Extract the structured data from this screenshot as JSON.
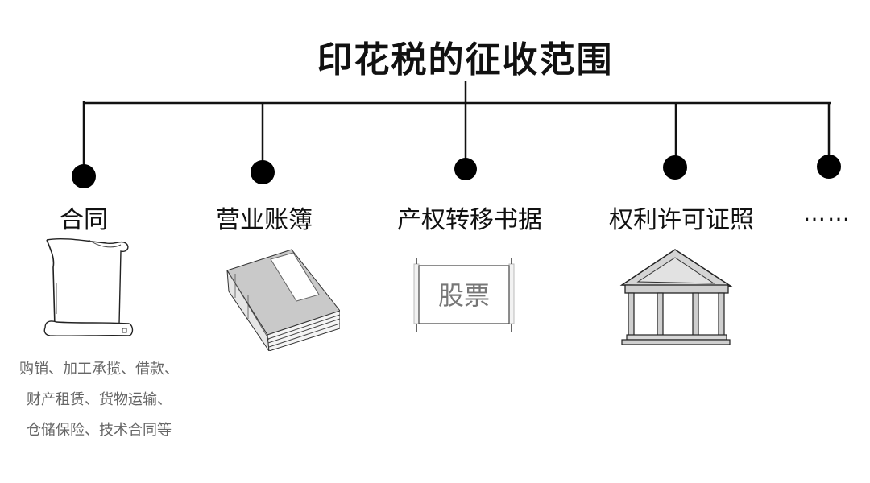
{
  "title": "印花税的征收范围",
  "branches": [
    {
      "label": "合同",
      "icon": "scroll-icon"
    },
    {
      "label": "营业账簿",
      "icon": "ledger-book-icon"
    },
    {
      "label": "产权转移书据",
      "icon": "stock-certificate-icon",
      "icon_text": "股票"
    },
    {
      "label": "权利许可证照",
      "icon": "temple-building-icon"
    },
    {
      "label": "……",
      "icon": null
    }
  ],
  "contract_examples": [
    "购销、加工承揽、借款、",
    "财产租赁、货物运输、",
    "仓储保险、技术合同等"
  ],
  "colors": {
    "line": "#111111",
    "dot": "#000000",
    "note_text": "#666666",
    "icon_fill": "#d4d4d4"
  }
}
